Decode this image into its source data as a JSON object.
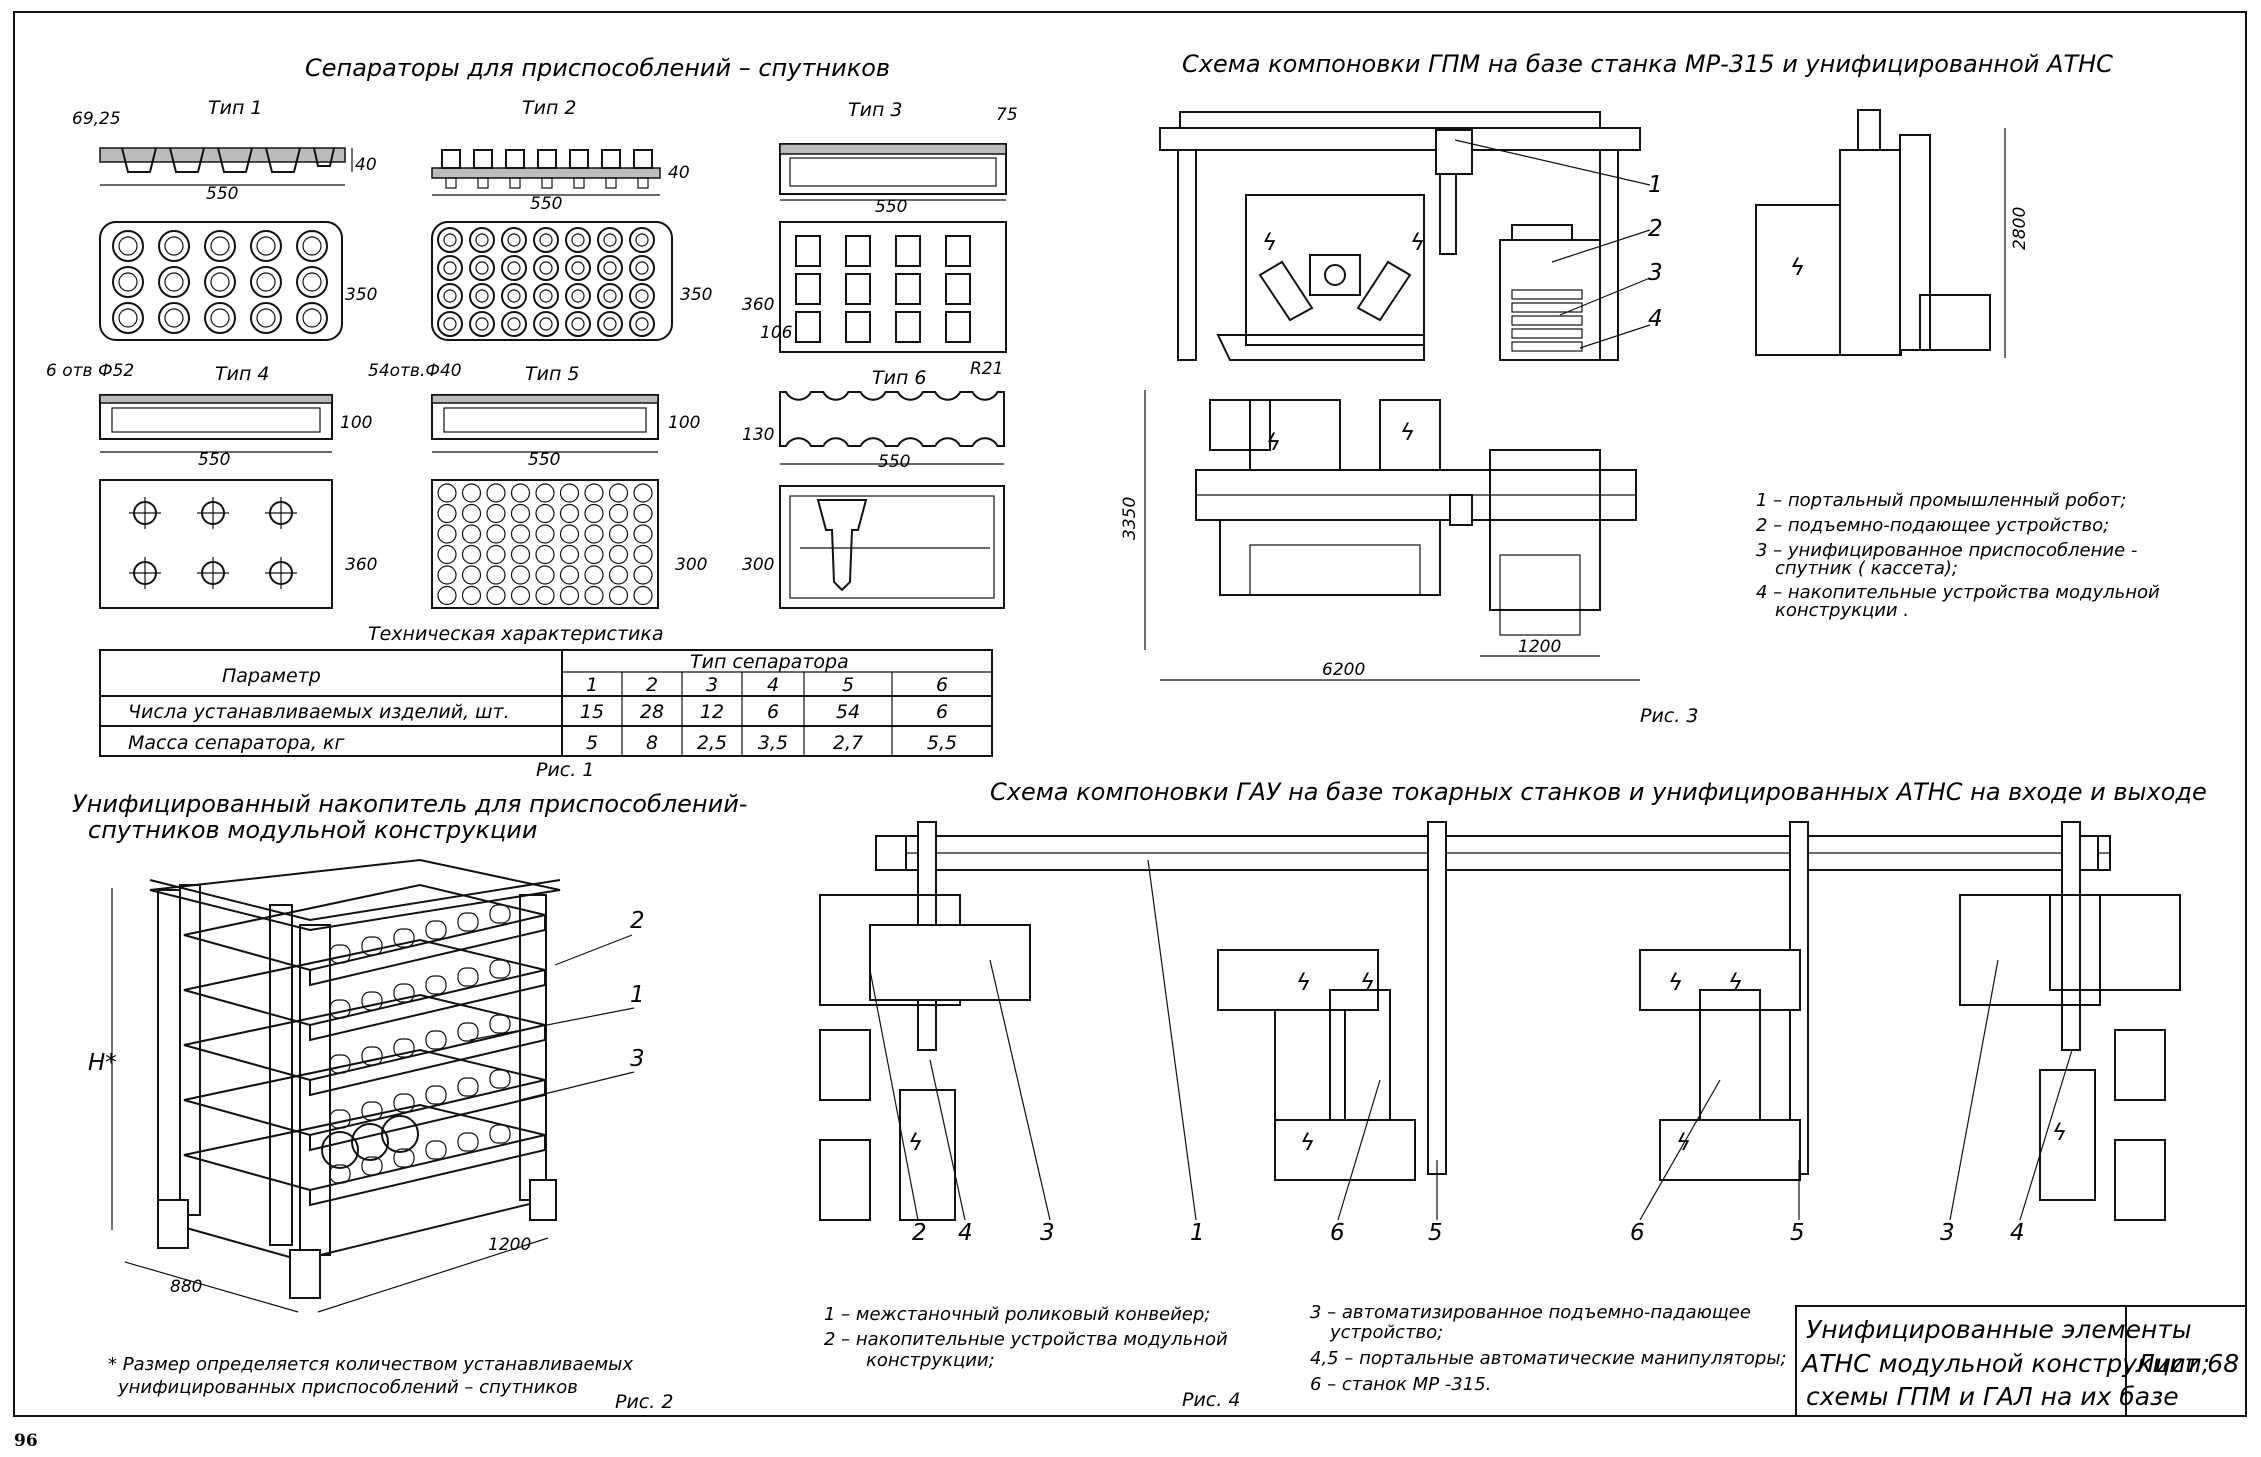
{
  "page_number": "96",
  "fig1": {
    "title": "Сепараторы для приспособлений – спутников",
    "types": [
      "Тип 1",
      "Тип 2",
      "Тип 3",
      "Тип 4",
      "Тип 5",
      "Тип 6"
    ],
    "dims": {
      "t1_top": "69,25",
      "t1_h": "40",
      "t1_w": "550",
      "t1_depth": "350",
      "t2_h": "40",
      "t2_w": "550",
      "t2_depth": "350",
      "t3_top": "75",
      "t3_w": "550",
      "t3_depth": "360",
      "t3_inner": "106",
      "t4_holes": "6 отв Ф52",
      "t4_h": "100",
      "t4_w": "550",
      "t4_depth": "360",
      "t5_holes": "54отв.Ф40",
      "t5_h": "100",
      "t5_w": "550",
      "t5_depth": "300",
      "t6_r": "R21",
      "t6_h": "130",
      "t6_w": "550",
      "t6_depth": "300"
    },
    "table": {
      "caption": "Техническая характеристика",
      "param_header": "Параметр",
      "type_header": "Тип сепаратора",
      "type_numbers": [
        "1",
        "2",
        "3",
        "4",
        "5",
        "6"
      ],
      "rows": [
        {
          "param": "Числа устанавливаемых изделий, шт.",
          "values": [
            "15",
            "28",
            "12",
            "6",
            "54",
            "6"
          ]
        },
        {
          "param": "Масса сепаратора, кг",
          "values": [
            "5",
            "8",
            "2,5",
            "3,5",
            "2,7",
            "5,5"
          ]
        }
      ]
    },
    "caption": "Рис. 1"
  },
  "fig2": {
    "title_line1": "Унифицированный накопитель для приспособлений-",
    "title_line2": "спутников модульной конструкции",
    "callouts": [
      "2",
      "1",
      "3"
    ],
    "dim_h": "H*",
    "dim_depth": "880",
    "dim_width": "1200",
    "footnote_line1": "* Размер определяется количеством устанавливаемых",
    "footnote_line2": "унифицированных приспособлений – спутников",
    "caption": "Рис. 2"
  },
  "fig3": {
    "title": "Схема компоновки ГПМ на базе станка МР-315 и унифицированной АТНС",
    "callouts": [
      "1",
      "2",
      "3",
      "4"
    ],
    "dim_height": "2800",
    "dim_depth": "3350",
    "dim_width": "6200",
    "dim_store": "1200",
    "legend": [
      "1 – портальный промышленный робот;",
      "2 – подъемно-подающее устройство;",
      "3 – унифицированное приспособление -",
      "спутник ( кассета);",
      "4 – накопительные устройства модульной",
      "конструкции ."
    ],
    "caption": "Рис. 3"
  },
  "fig4": {
    "title": "Схема компоновки ГАУ на базе  токарных  станков  и унифицированных АТНС на входе и выходе",
    "callouts": [
      "2",
      "4",
      "3",
      "1",
      "6",
      "5",
      "6",
      "5",
      "3",
      "4"
    ],
    "legend_left": [
      "1 – межстаночный роликовый конвейер;",
      "2 – накопительные устройства модульной",
      "конструкции;"
    ],
    "legend_right": [
      "3 – автоматизированное подъемно-падающее",
      "устройство;",
      "4,5 – портальные автоматические манипуляторы;",
      "6 – станок МР -315."
    ],
    "caption": "Рис. 4"
  },
  "title_block": {
    "line1": "Унифицированные элементы",
    "line2": "АТНС модульной конструкции;",
    "line3": "схемы ГПМ и ГАЛ на их базе",
    "sheet": "Лист 68"
  }
}
